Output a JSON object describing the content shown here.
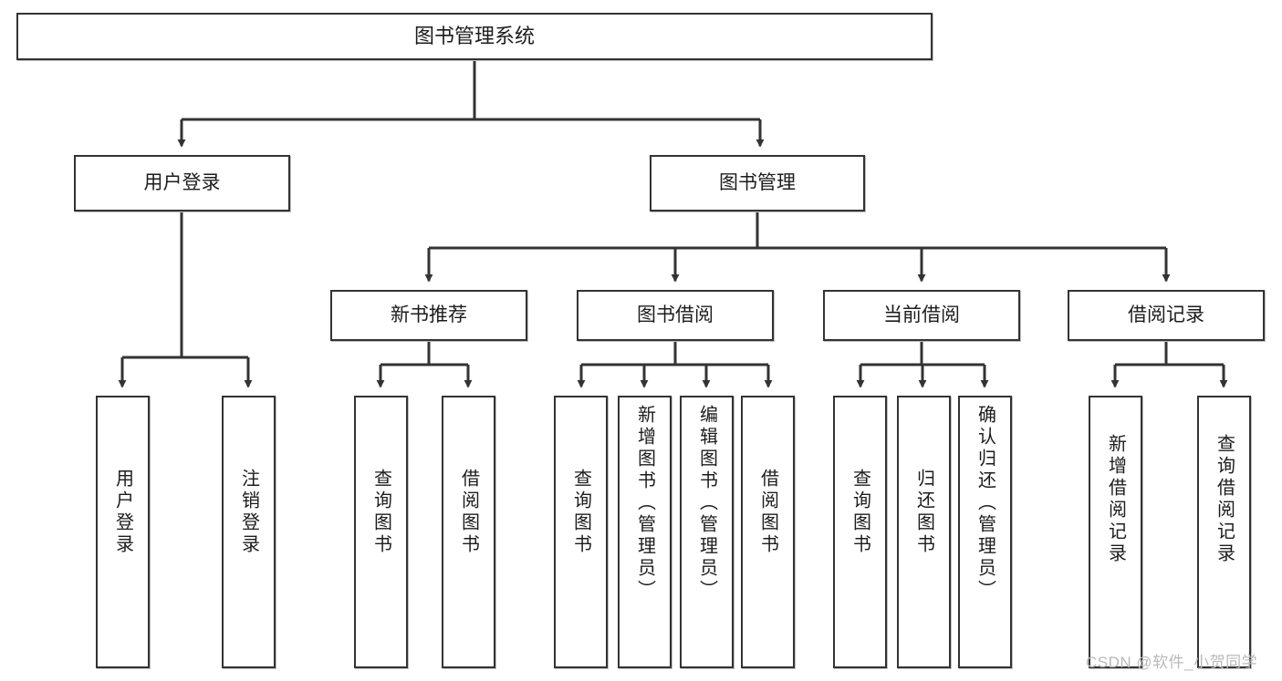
{
  "diagram": {
    "title": "图书管理系统",
    "type": "tree-hierarchy",
    "watermark": "CSDN @软件_小贺同学",
    "colors": {
      "node_border": "#333333",
      "node_fill": "#ffffff",
      "edge": "#333333",
      "text": "#1c1c1c",
      "watermark": "#b9b9b9"
    },
    "root": {
      "label": "图书管理系统"
    },
    "level2": [
      {
        "id": "user-login",
        "label": "用户登录"
      },
      {
        "id": "book-manage",
        "label": "图书管理"
      }
    ],
    "level3": [
      {
        "id": "new-book-rec",
        "label": "新书推荐"
      },
      {
        "id": "book-borrow",
        "label": "图书借阅"
      },
      {
        "id": "current-borrow",
        "label": "当前借阅"
      },
      {
        "id": "borrow-record",
        "label": "借阅记录"
      }
    ],
    "leaves": {
      "user_login": [
        {
          "id": "leaf-user-login",
          "label": "用户登录"
        },
        {
          "id": "leaf-logout-login",
          "label": "注销登录"
        }
      ],
      "new_book_rec": [
        {
          "id": "leaf-query-book-1",
          "label": "查询图书"
        },
        {
          "id": "leaf-borrow-book-1",
          "label": "借阅图书"
        }
      ],
      "book_borrow": [
        {
          "id": "leaf-query-book-2",
          "label": "查询图书"
        },
        {
          "id": "leaf-add-book",
          "label": "新增图书（管理员）"
        },
        {
          "id": "leaf-edit-book",
          "label": "编辑图书（管理员）"
        },
        {
          "id": "leaf-borrow-book-2",
          "label": "借阅图书"
        }
      ],
      "current_borrow": [
        {
          "id": "leaf-query-book-3",
          "label": "查询图书"
        },
        {
          "id": "leaf-return-book",
          "label": "归还图书"
        },
        {
          "id": "leaf-confirm-return",
          "label": "确认归还（管理员）"
        }
      ],
      "borrow_record": [
        {
          "id": "leaf-add-record",
          "label": "新增借阅记录"
        },
        {
          "id": "leaf-query-record",
          "label": "查询借阅记录"
        }
      ]
    }
  }
}
